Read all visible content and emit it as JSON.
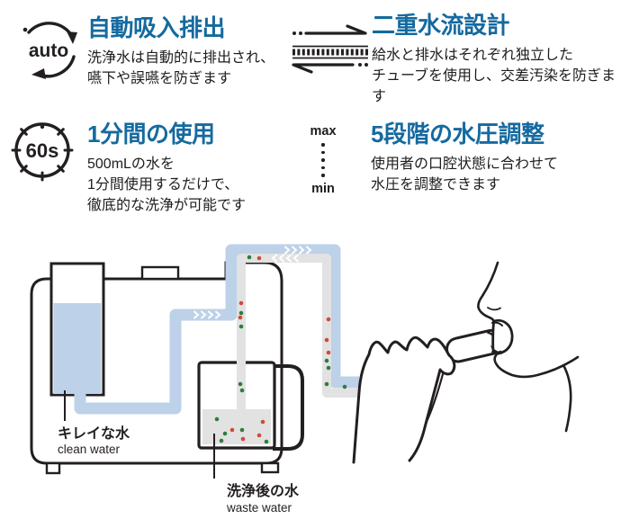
{
  "features": [
    {
      "title": "自動吸入排出",
      "body_lines": [
        "洗浄水は自動的に排出され、",
        "嚥下や誤嚥を防ぎます"
      ],
      "icon": "auto-cycle-icon",
      "icon_text": "auto"
    },
    {
      "title": "二重水流設計",
      "body_lines": [
        "給水と排水はそれぞれ独立した",
        "チューブを使用し、交差汚染を防ぎます"
      ],
      "icon": "dual-flow-icon"
    },
    {
      "title": "1分間の使用",
      "body_lines": [
        "500mLの水を",
        "1分間使用するだけで、",
        "徹底的な洗浄が可能です"
      ],
      "icon": "timer-60s-icon",
      "icon_text": "60s"
    },
    {
      "title": "5段階の水圧調整",
      "body_lines": [
        "使用者の口腔状態に合わせて",
        "水圧を調整できます"
      ],
      "icon": "pressure-range-icon",
      "icon_max": "max",
      "icon_min": "min"
    }
  ],
  "diagram": {
    "labels": {
      "clean_jp": "キレイな水",
      "clean_en": "clean water",
      "waste_jp": "洗浄後の水",
      "waste_en": "waste water"
    },
    "colors": {
      "heading_blue": "#156a9f",
      "water_blue": "#bdd1e8",
      "tube_gray": "#e2e2e2",
      "outline": "#231f20",
      "debris_red": "#cf4a3a",
      "debris_green": "#2e7d3b"
    }
  }
}
